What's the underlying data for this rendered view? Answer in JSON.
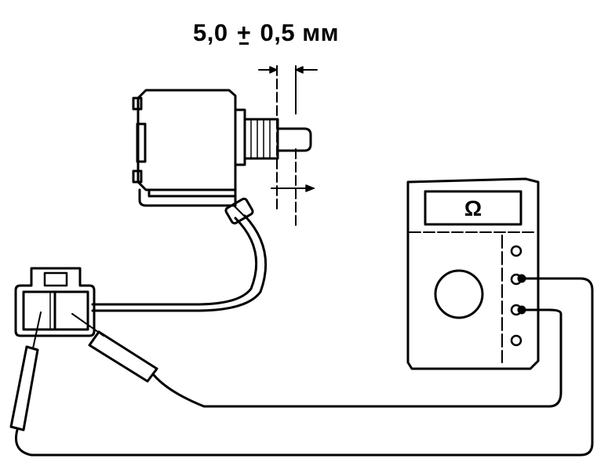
{
  "dimension": {
    "value": "5,0",
    "plus_minus": "+",
    "tolerance": "0,5",
    "unit": "мм"
  },
  "meter": {
    "symbol": "Ω"
  }
}
